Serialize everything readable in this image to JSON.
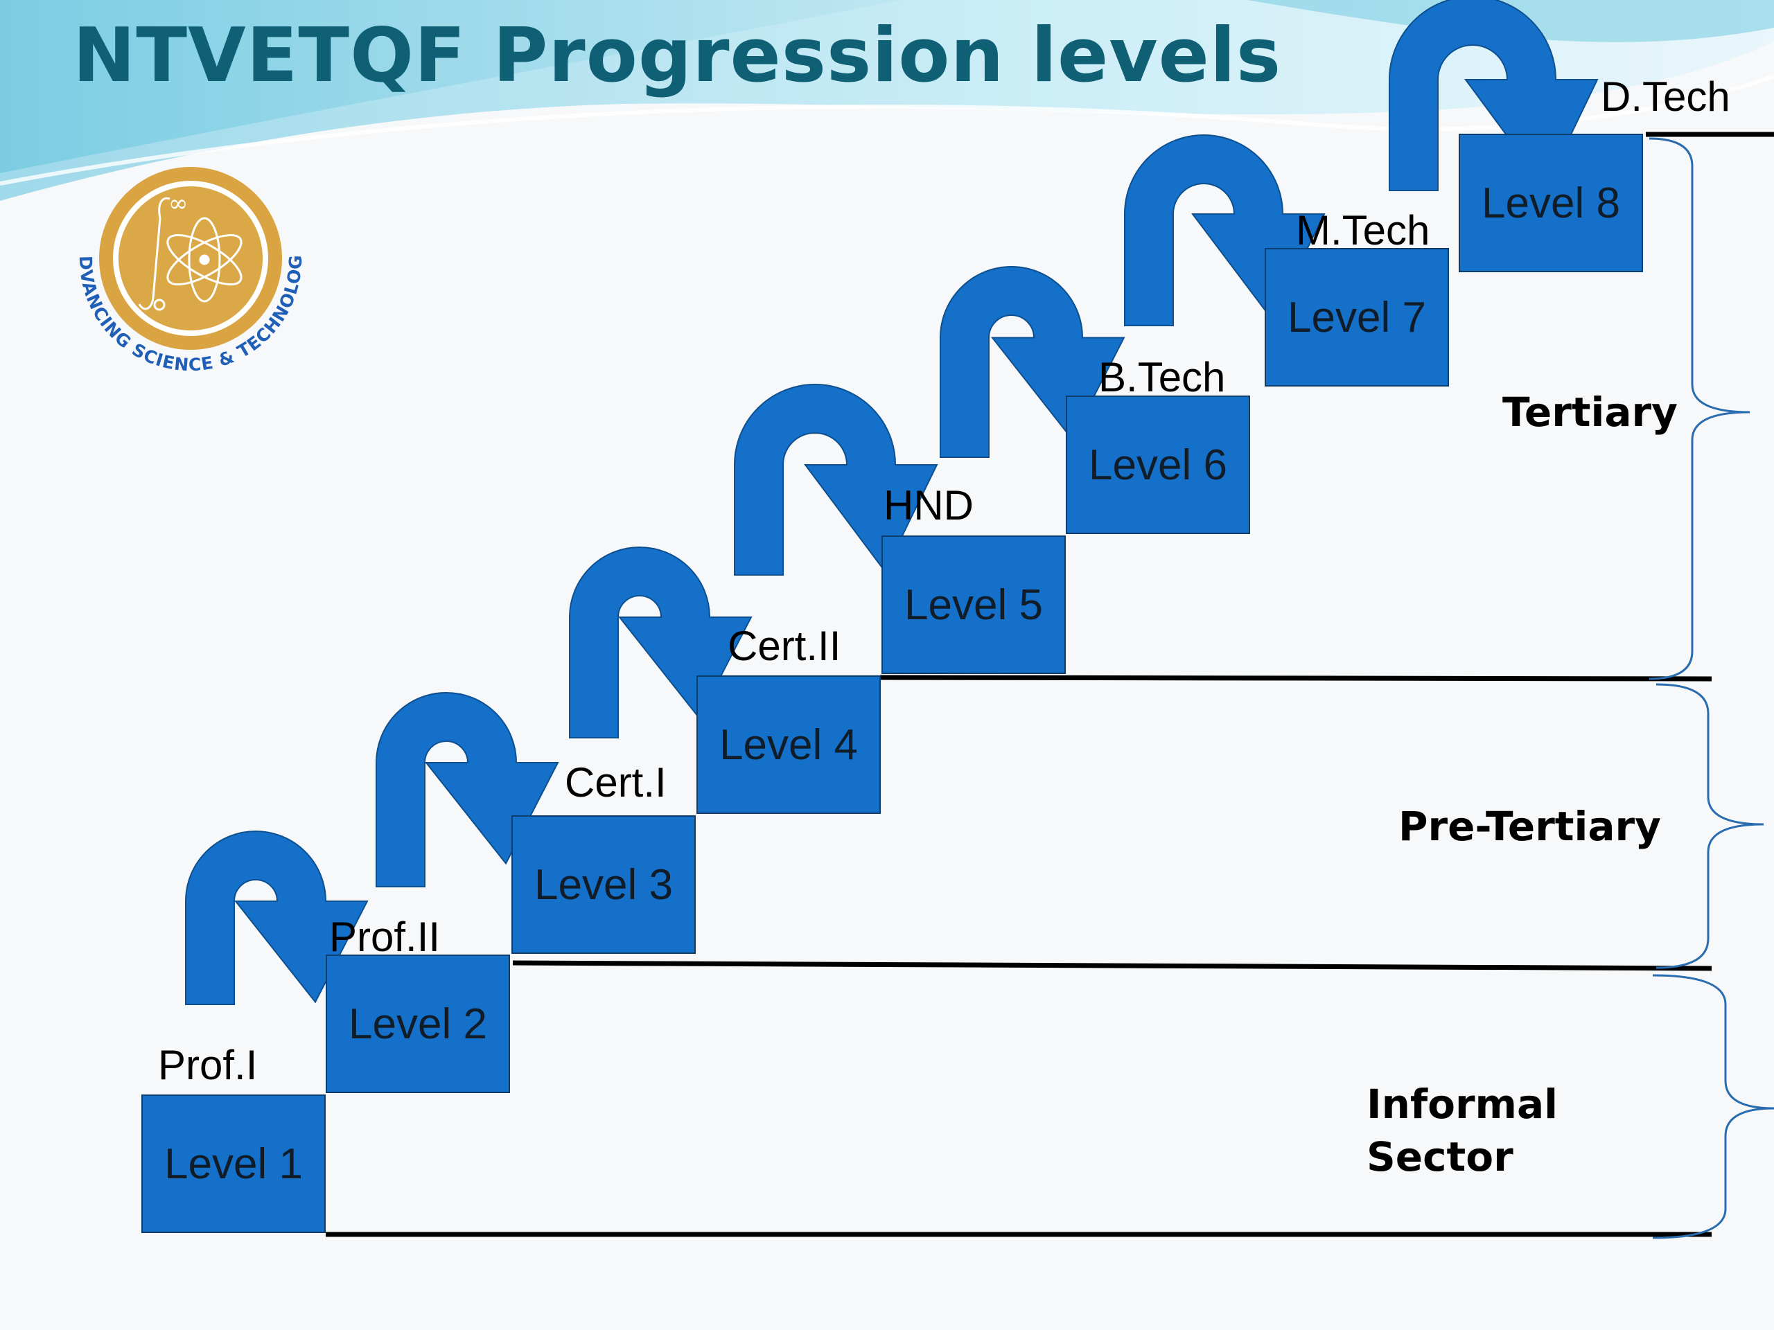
{
  "slide": {
    "title": "NTVETQF Progression levels",
    "logo": {
      "text": "ADVANCING SCIENCE & TECHNOLOGY",
      "icon": "integral-atom-icon"
    }
  },
  "levels": [
    {
      "label": "Level 1",
      "qualification": "Prof.I"
    },
    {
      "label": "Level 2",
      "qualification": "Prof.II"
    },
    {
      "label": "Level 3",
      "qualification": "Cert.I"
    },
    {
      "label": "Level 4",
      "qualification": "Cert.II"
    },
    {
      "label": "Level 5",
      "qualification": "HND"
    },
    {
      "label": "Level 6",
      "qualification": "B.Tech"
    },
    {
      "label": "Level 7",
      "qualification": "M.Tech"
    },
    {
      "label": "Level 8",
      "qualification": "D.Tech"
    }
  ],
  "sectors": [
    {
      "name": "Tertiary"
    },
    {
      "name": "Pre-Tertiary"
    },
    {
      "name": "Informal",
      "name_line2": "Sector"
    }
  ],
  "colors": {
    "box_fill": "#1470c8",
    "arrow_fill": "#1470c8",
    "title": "#0f5f75",
    "brace": "#2a6cb0",
    "logo_gold": "#d9a441",
    "logo_text": "#1f5fb8"
  }
}
